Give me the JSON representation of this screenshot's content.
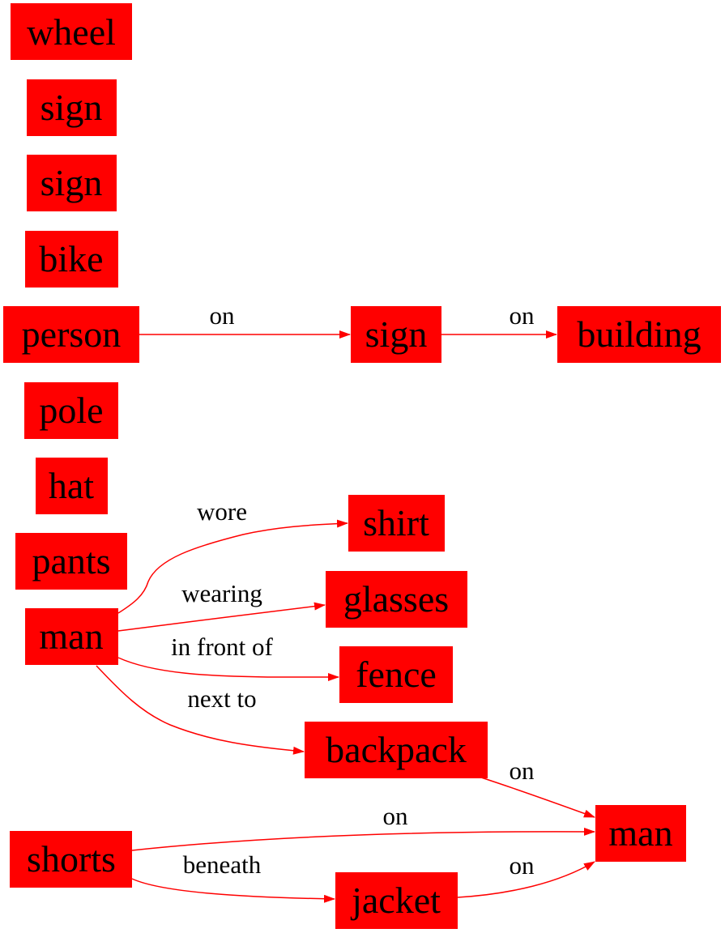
{
  "colors": {
    "node_fill": "#ff0000",
    "edge": "#ff0000",
    "text": "#000000",
    "background": "#ffffff"
  },
  "nodes": {
    "wheel": "wheel",
    "sign1": "sign",
    "sign2": "sign",
    "bike": "bike",
    "person": "person",
    "pole": "pole",
    "hat": "hat",
    "pants": "pants",
    "man1": "man",
    "shorts": "shorts",
    "sign3": "sign",
    "shirt": "shirt",
    "glasses": "glasses",
    "fence": "fence",
    "backpack": "backpack",
    "jacket": "jacket",
    "building": "building",
    "man2": "man"
  },
  "edges": [
    {
      "from": "person",
      "to": "sign3",
      "label": "on"
    },
    {
      "from": "sign3",
      "to": "building",
      "label": "on"
    },
    {
      "from": "man1",
      "to": "shirt",
      "label": "wore"
    },
    {
      "from": "man1",
      "to": "glasses",
      "label": "wearing"
    },
    {
      "from": "man1",
      "to": "fence",
      "label": "in front of"
    },
    {
      "from": "man1",
      "to": "backpack",
      "label": "next to"
    },
    {
      "from": "backpack",
      "to": "man2",
      "label": "on"
    },
    {
      "from": "shorts",
      "to": "man2",
      "label": "on"
    },
    {
      "from": "shorts",
      "to": "jacket",
      "label": "beneath"
    },
    {
      "from": "jacket",
      "to": "man2",
      "label": "on"
    }
  ]
}
